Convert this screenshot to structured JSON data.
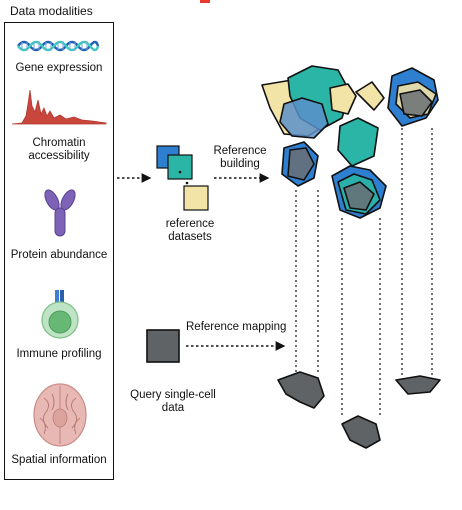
{
  "header": {
    "title": "Data modalities"
  },
  "modalities": [
    {
      "label": "Gene expression",
      "icon": "dna-helix-icon"
    },
    {
      "label": "Chromatin accessibility",
      "line1": "Chromatin",
      "line2": "accessibility",
      "icon": "chromatin-peaks-icon"
    },
    {
      "label": "Protein abundance",
      "icon": "antibody-icon"
    },
    {
      "label": "Immune profiling",
      "icon": "immune-cell-icon"
    },
    {
      "label": "Spatial  information",
      "icon": "brain-section-icon"
    }
  ],
  "reference": {
    "datasets_line1": "reference",
    "datasets_line2": "datasets",
    "building_line1": "Reference",
    "building_line2": "building",
    "mapping": "Reference mapping"
  },
  "query": {
    "line1": "Query single-cell",
    "line2": "data"
  },
  "colors": {
    "blue": "#2f7fd0",
    "teal": "#2bb5a6",
    "cream": "#f2e3a6",
    "gray": "#6a6f73",
    "query_gray": "#5f6366",
    "outline": "#111111",
    "accent_red": "#e83a2e"
  }
}
